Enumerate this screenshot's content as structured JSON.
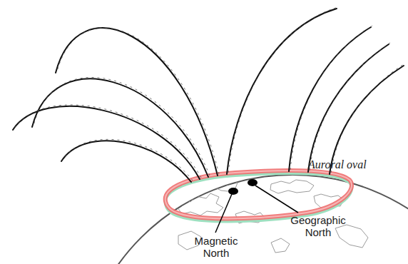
{
  "diagram": {
    "labels": [
      "Auroral oval",
      "Magnetic North",
      "Geographic North"
    ]
  }
}
